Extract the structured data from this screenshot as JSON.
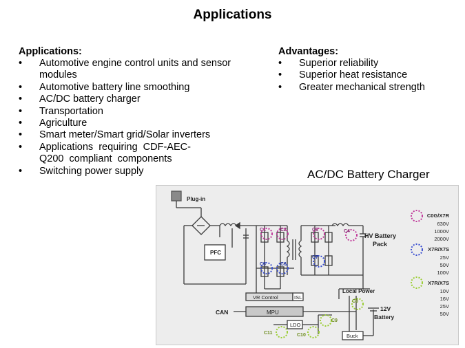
{
  "page": {
    "title": "Applications"
  },
  "applications": {
    "header": "Applications:",
    "items": [
      "Automotive engine control units and sensor modules",
      "Automotive battery line smoothing",
      "AC/DC battery charger",
      "Transportation",
      "Agriculture",
      "Smart meter/Smart grid/Solar inverters",
      "Applications requiring CDF-AEC-Q200 compliant components",
      "Switching power supply"
    ]
  },
  "advantages": {
    "header": "Advantages:",
    "items": [
      "Superior reliability",
      "Superior heat resistance",
      "Greater mechanical strength"
    ]
  },
  "diagram": {
    "title": "AC/DC Battery Charger",
    "labels": {
      "plug_in": "Plug-in",
      "pfc": "PFC",
      "hv_battery": "HV Battery",
      "pack": "Pack",
      "vr_control": "VR Control",
      "isl": "ISL",
      "mpu": "MPU",
      "can": "CAN",
      "ldo": "LDO",
      "buck": "Buck",
      "local_power": "Local Power",
      "battery_12v": "12V",
      "battery_word": "Battery",
      "c1": "C1",
      "c2": "C2",
      "c3": "C3",
      "c4": "C4",
      "c5": "C5",
      "c6": "C6",
      "c7": "C7",
      "c8": "C8",
      "c9": "C9",
      "c10": "C10",
      "c11": "C11"
    },
    "legend": [
      {
        "name": "C0G/X7R",
        "color": "#c0399a",
        "voltages": [
          "630V",
          "1000V",
          "2000V"
        ]
      },
      {
        "name": "X7R/X7S",
        "color": "#3a4fd0",
        "voltages": [
          "25V",
          "50V",
          "100V"
        ]
      },
      {
        "name": "X7R/X7S",
        "color": "#9acd32",
        "voltages": [
          "10V",
          "16V",
          "25V",
          "50V"
        ]
      }
    ]
  }
}
